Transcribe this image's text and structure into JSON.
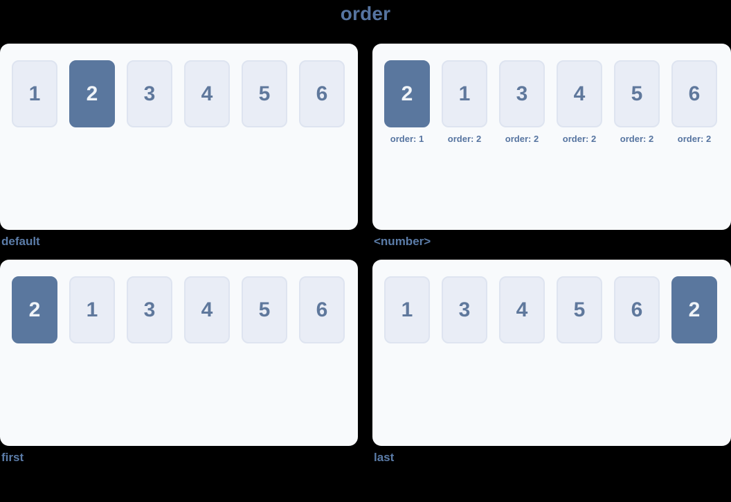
{
  "title": "order",
  "colors": {
    "background": "#000000",
    "title_color": "#5674A0",
    "caption_color": "#5B7CA8",
    "panel_bg": "#F8FAFC",
    "item_bg": "#E9EDF6",
    "item_border": "#DEE4F0",
    "item_text": "#5F789C",
    "highlight_bg": "#5A779E",
    "highlight_text": "#F0F4F8",
    "order_label_color": "#5674A0"
  },
  "panels": [
    {
      "caption": "default",
      "items": [
        {
          "label": "1",
          "highlighted": false
        },
        {
          "label": "2",
          "highlighted": true
        },
        {
          "label": "3",
          "highlighted": false
        },
        {
          "label": "4",
          "highlighted": false
        },
        {
          "label": "5",
          "highlighted": false
        },
        {
          "label": "6",
          "highlighted": false
        }
      ]
    },
    {
      "caption": "<number>",
      "items": [
        {
          "label": "2",
          "highlighted": true,
          "order_label": "order: 1"
        },
        {
          "label": "1",
          "highlighted": false,
          "order_label": "order: 2"
        },
        {
          "label": "3",
          "highlighted": false,
          "order_label": "order: 2"
        },
        {
          "label": "4",
          "highlighted": false,
          "order_label": "order: 2"
        },
        {
          "label": "5",
          "highlighted": false,
          "order_label": "order: 2"
        },
        {
          "label": "6",
          "highlighted": false,
          "order_label": "order: 2"
        }
      ]
    },
    {
      "caption": "first",
      "items": [
        {
          "label": "2",
          "highlighted": true
        },
        {
          "label": "1",
          "highlighted": false
        },
        {
          "label": "3",
          "highlighted": false
        },
        {
          "label": "4",
          "highlighted": false
        },
        {
          "label": "5",
          "highlighted": false
        },
        {
          "label": "6",
          "highlighted": false
        }
      ]
    },
    {
      "caption": "last",
      "items": [
        {
          "label": "1",
          "highlighted": false
        },
        {
          "label": "3",
          "highlighted": false
        },
        {
          "label": "4",
          "highlighted": false
        },
        {
          "label": "5",
          "highlighted": false
        },
        {
          "label": "6",
          "highlighted": false
        },
        {
          "label": "2",
          "highlighted": true
        }
      ]
    }
  ]
}
